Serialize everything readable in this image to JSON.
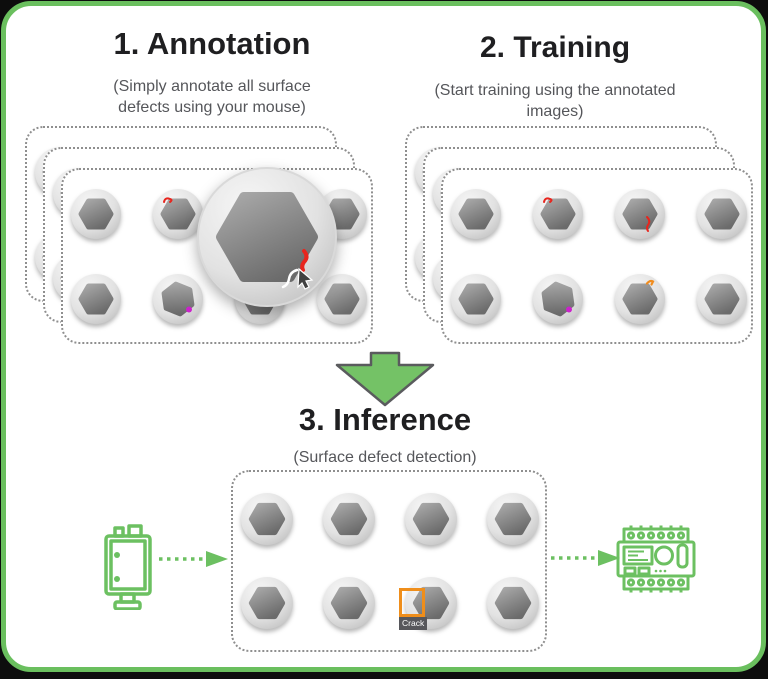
{
  "steps": {
    "step1": {
      "title": "1. Annotation",
      "subtitle": "(Simply annotate all surface defects using your mouse)"
    },
    "step2": {
      "title": "2. Training",
      "subtitle": "(Start training using the annotated images)"
    },
    "step3": {
      "title": "3. Inference",
      "subtitle": "(Surface defect detection)"
    }
  },
  "colors": {
    "border_green": "#6abf5e",
    "icon_green": "#6cc061",
    "arrow_green": "#74c266",
    "arrow_outline": "#5a5b5e",
    "defect_red": "#e8251d",
    "defect_magenta": "#cc22cc",
    "defect_orange": "#f08c1e",
    "bbox_orange": "#ef8e1b",
    "label_bg": "#57575b"
  },
  "panels": {
    "annotation": {
      "layers": 3,
      "rows": 2,
      "cols": 4,
      "magnifier": true,
      "defects": [
        {
          "row": 0,
          "col": 1,
          "type": "red_scratch_top"
        },
        {
          "row": 1,
          "col": 1,
          "type": "magenta_dot",
          "rotated": true
        }
      ]
    },
    "training": {
      "layers": 3,
      "rows": 2,
      "cols": 4,
      "magnifier": false,
      "defects": [
        {
          "row": 0,
          "col": 1,
          "type": "red_scratch_top"
        },
        {
          "row": 0,
          "col": 2,
          "type": "red_scratch_right"
        },
        {
          "row": 1,
          "col": 1,
          "type": "magenta_dot",
          "rotated": true
        },
        {
          "row": 1,
          "col": 2,
          "type": "orange_mark_top"
        }
      ]
    },
    "inference": {
      "layers": 1,
      "rows": 2,
      "cols": 4,
      "magnifier": false,
      "defects": [
        {
          "row": 1,
          "col": 2,
          "type": "crack_bbox",
          "label": "Crack"
        }
      ]
    }
  },
  "icons": {
    "camera": "industrial-camera-icon",
    "controller": "plc-controller-icon",
    "flow_arrow": "green-down-arrow-icon",
    "dotted_arrow": "green-dotted-arrow-icon",
    "magnifier": "zoomed-bolt-with-cursor",
    "cursor": "mouse-cursor-icon"
  }
}
